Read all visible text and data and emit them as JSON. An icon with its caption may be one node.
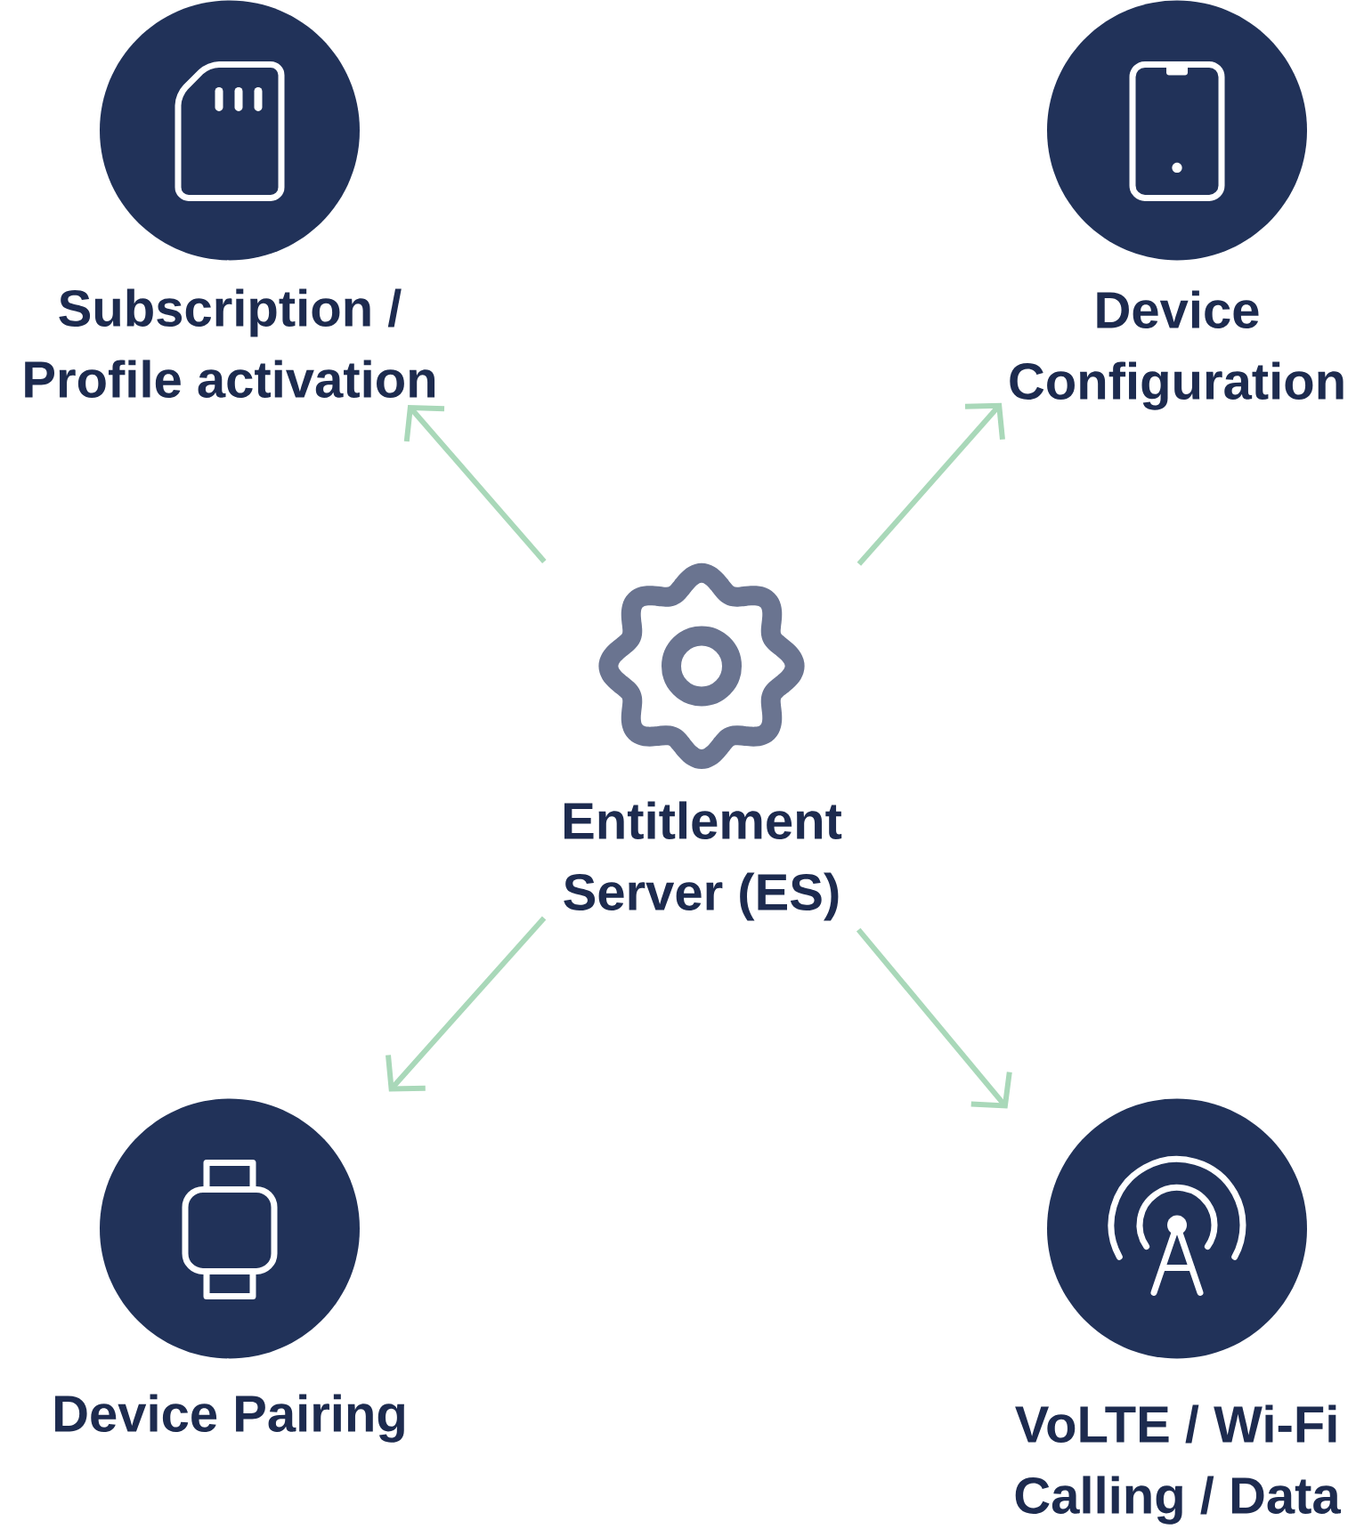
{
  "diagram": {
    "nodes": [
      {
        "text": [
          "Entitlement Server (ES)"
        ]
      },
      {
        "text": [
          "Subscription / Profile activation"
        ]
      },
      {
        "text": [
          "Device Configuration"
        ]
      },
      {
        "text": [
          "Device Pairing"
        ]
      },
      {
        "text": [
          "VoLTE / Wi-Fi Calling / Data"
        ]
      }
    ],
    "edges": [
      {
        "from": 0,
        "to": 1,
        "arrow": "to"
      },
      {
        "from": 0,
        "to": 2,
        "arrow": "to"
      },
      {
        "from": 0,
        "to": 3,
        "arrow": "to"
      },
      {
        "from": 0,
        "to": 4,
        "arrow": "to"
      }
    ]
  }
}
